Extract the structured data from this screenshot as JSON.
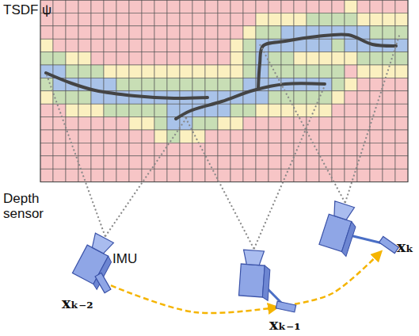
{
  "diagram": {
    "nodes": [
      {
        "text": [
          "IMU",
          "xₖ₋₂"
        ]
      },
      {
        "text": [
          "xₖ₋₁"
        ]
      },
      {
        "text": [
          "xₖ"
        ]
      }
    ],
    "edges": [
      {
        "from": 0,
        "to": 1,
        "arrow": "to"
      },
      {
        "from": 1,
        "to": 2,
        "arrow": "to"
      }
    ],
    "labels": [
      "TSDF ψ",
      "Depth sensor"
    ]
  }
}
